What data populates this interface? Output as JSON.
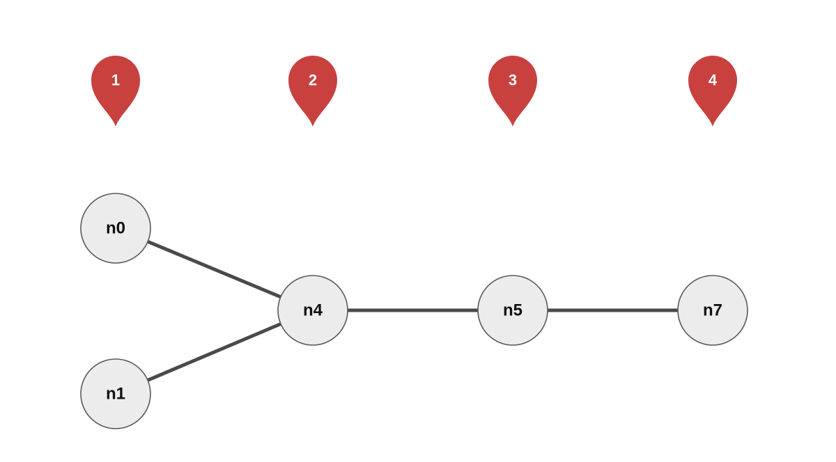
{
  "colors": {
    "pin": "#c8413f",
    "pin_text": "#ffffff",
    "node_fill": "#ececec",
    "node_stroke": "#5a5a5a",
    "edge": "#4a4a4a"
  },
  "markers": [
    {
      "id": "m1",
      "label": "1"
    },
    {
      "id": "m2",
      "label": "2"
    },
    {
      "id": "m3",
      "label": "3"
    },
    {
      "id": "m4",
      "label": "4"
    }
  ],
  "nodes": [
    {
      "id": "n0",
      "label": "n0"
    },
    {
      "id": "n1",
      "label": "n1"
    },
    {
      "id": "n4",
      "label": "n4"
    },
    {
      "id": "n5",
      "label": "n5"
    },
    {
      "id": "n7",
      "label": "n7"
    }
  ],
  "edges": [
    {
      "from": "n0",
      "to": "n4"
    },
    {
      "from": "n1",
      "to": "n4"
    },
    {
      "from": "n4",
      "to": "n5"
    },
    {
      "from": "n5",
      "to": "n7"
    }
  ]
}
